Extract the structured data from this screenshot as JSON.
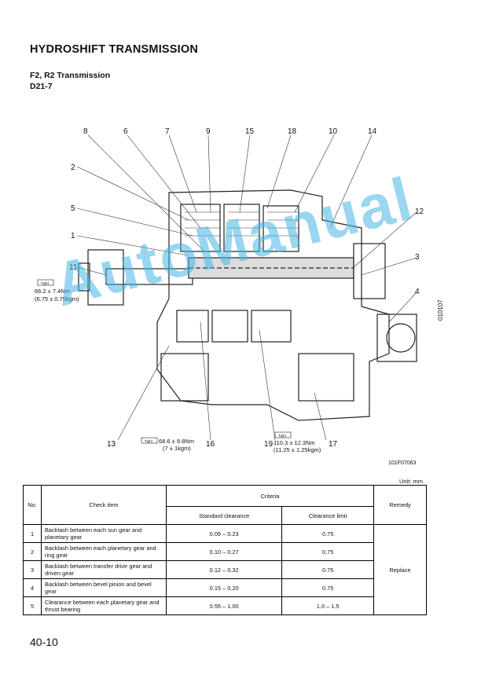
{
  "header": {
    "title": "HYDROSHIFT TRANSMISSION",
    "subtitle": "F2, R2 Transmission",
    "model": "D21-7"
  },
  "diagram": {
    "callouts": [
      "8",
      "6",
      "7",
      "9",
      "15",
      "18",
      "10",
      "14",
      "2",
      "5",
      "1",
      "11",
      "12",
      "3",
      "4",
      "13",
      "16",
      "19",
      "17"
    ],
    "torque_1_value": "66.2 ± 7.4Nm",
    "torque_1_kgm": "(6.75 ± 0.75kgm)",
    "torque_2_value": "68.6 ± 9.8Nm",
    "torque_2_kgm": "(7 ± 1kgm)",
    "torque_3_value": "110.3 ± 12.3Nm",
    "torque_3_kgm": "(11.25 ± 1.25kgm)",
    "torque_icon_label": "Tight",
    "figure_code": "101F07063",
    "side_code": "010107",
    "watermark": "AutoManual"
  },
  "table": {
    "unit": "Unit: mm",
    "headers": {
      "no": "No.",
      "check_item": "Check item",
      "criteria": "Criteria",
      "remedy": "Remedy",
      "standard": "Standard clearance",
      "limit": "Clearance limit"
    },
    "rows": [
      {
        "no": "1",
        "item": "Backlash between each sun gear and planetary gear",
        "standard": "0.09 – 0.23",
        "limit": "0.75"
      },
      {
        "no": "2",
        "item": "Backlash between each planetary gear and ring gear",
        "standard": "0.10 – 0.27",
        "limit": "0.75"
      },
      {
        "no": "3",
        "item": "Backlash between transfer drive gear and driven gear",
        "standard": "0.12 – 0.32",
        "limit": "0.75"
      },
      {
        "no": "4",
        "item": "Backlash between bevel pinion and bevel gear",
        "standard": "0.15 – 0.20",
        "limit": "0.75"
      },
      {
        "no": "5",
        "item": "Clearance between each planetary gear and thrust bearing",
        "standard": "0.55 – 1.00",
        "limit": "1.0 – 1.5"
      }
    ],
    "remedy": "Replace"
  },
  "footer": {
    "page_number": "40-10"
  }
}
